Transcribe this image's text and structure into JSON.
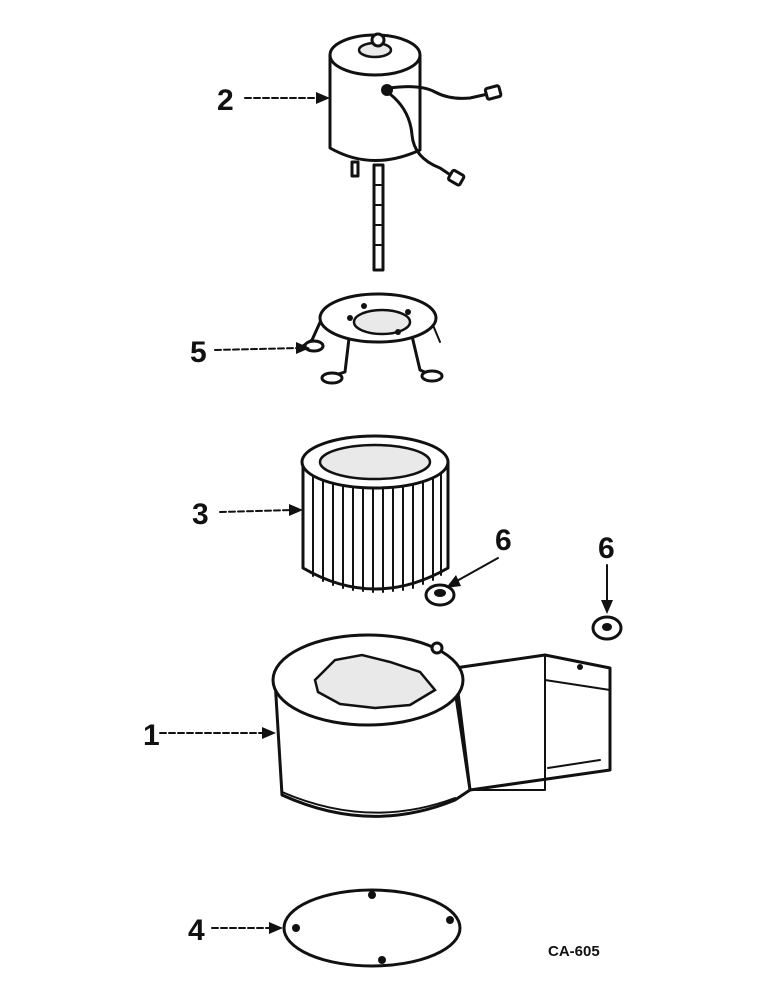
{
  "callouts": {
    "housing": "1",
    "motor": "2",
    "wheel": "3",
    "cover_plate": "4",
    "mounting_bracket": "5",
    "grommet_a": "6",
    "grommet_b": "6"
  },
  "figure_code": "CA-605"
}
